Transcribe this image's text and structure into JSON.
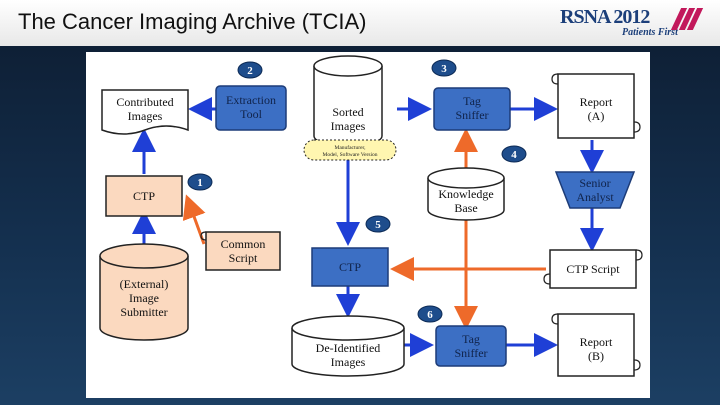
{
  "header": {
    "title": "The Cancer Imaging Archive (TCIA)",
    "logo_text": "RSNA 2012",
    "logo_tagline": "Patients First"
  },
  "diagram": {
    "nodes": {
      "contributed_images": [
        "Contributed",
        "Images"
      ],
      "extraction_tool": [
        "Extraction",
        "Tool"
      ],
      "sorted_images": [
        "Sorted",
        "Images"
      ],
      "sorted_note": [
        "Manufacturer,",
        "Model, Software Version"
      ],
      "tag_sniffer_a": [
        "Tag",
        "Sniffer"
      ],
      "report_a": [
        "Report",
        "(A)"
      ],
      "ctp_left": [
        "CTP"
      ],
      "knowledge_base": [
        "Knowledge",
        "Base"
      ],
      "senior_analyst": [
        "Senior",
        "Analyst"
      ],
      "common_script": [
        "Common",
        "Script"
      ],
      "external_submitter": [
        "(External)",
        "Image",
        "Submitter"
      ],
      "ctp_center": [
        "CTP"
      ],
      "ctp_script": [
        "CTP Script"
      ],
      "deidentified_images": [
        "De-Identified",
        "Images"
      ],
      "tag_sniffer_b": [
        "Tag",
        "Sniffer"
      ],
      "report_b": [
        "Report",
        "(B)"
      ]
    },
    "steps": [
      "1",
      "2",
      "3",
      "4",
      "5",
      "6"
    ]
  },
  "colors": {
    "blue_box": "#3c6fc4",
    "blue_arrow": "#1f3fd6",
    "orange_arrow": "#ee6a2a",
    "peach_box": "#fbd9bf",
    "step_circle": "#1e4d8c"
  }
}
